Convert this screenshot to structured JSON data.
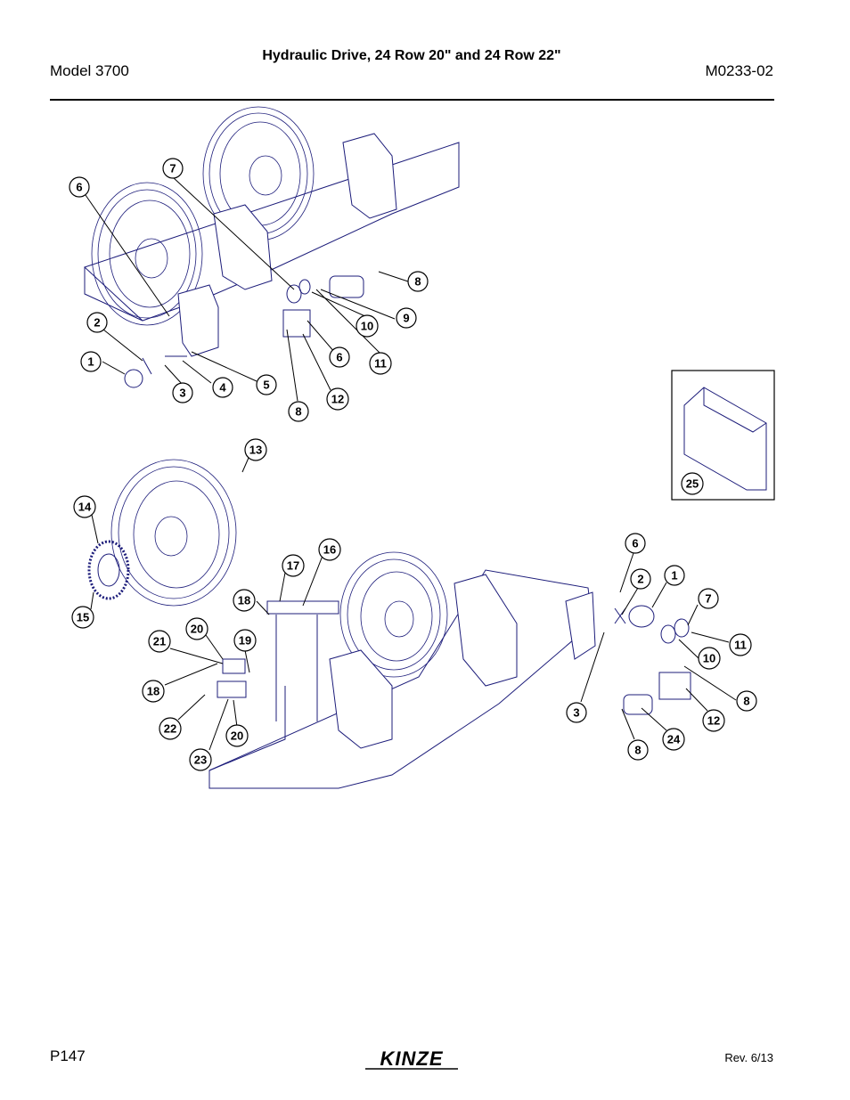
{
  "header": {
    "model": "Model 3700",
    "title": "Hydraulic Drive, 24 Row 20\" and 24 Row 22\"",
    "doc_number": "M0233-02"
  },
  "footer": {
    "page": "P147",
    "brand": "KINZE",
    "revision": "Rev. 6/13"
  },
  "callouts_top": [
    "7",
    "6",
    "8",
    "9",
    "10",
    "2",
    "1",
    "3",
    "4",
    "5",
    "6",
    "11",
    "8",
    "12"
  ],
  "callouts_bottom": [
    "13",
    "14",
    "15",
    "16",
    "17",
    "18",
    "20",
    "21",
    "19",
    "18",
    "22",
    "20",
    "23",
    "6",
    "2",
    "1",
    "7",
    "11",
    "10",
    "8",
    "3",
    "12",
    "8",
    "24"
  ],
  "inset": {
    "callout": "25"
  }
}
